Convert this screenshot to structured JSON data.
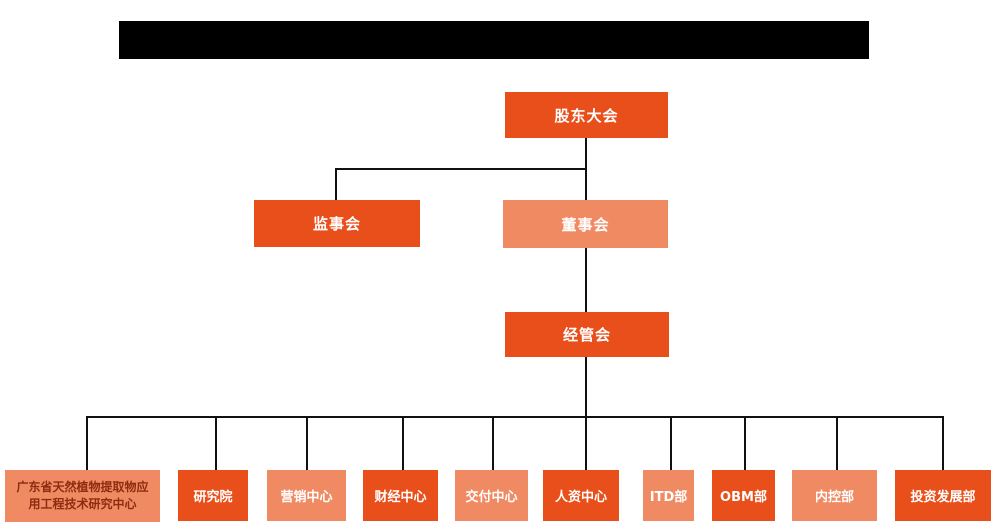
{
  "colors": {
    "primary_orange": "#E84F1B",
    "light_orange": "#F08A63",
    "connector_black": "#111111",
    "redaction_black": "#000000",
    "long_dept_text": "#8E2C10",
    "node_text": "#FFFFFF",
    "background": "#FFFFFF"
  },
  "org_chart": {
    "root": {
      "label": "股东大会"
    },
    "level2": [
      {
        "label": "监事会"
      },
      {
        "label": "董事会"
      }
    ],
    "level3": {
      "label": "经管会"
    },
    "departments": [
      {
        "label": "广东省天然植物提取物应用工程技术研究中心"
      },
      {
        "label": "研究院"
      },
      {
        "label": "营销中心"
      },
      {
        "label": "财经中心"
      },
      {
        "label": "交付中心"
      },
      {
        "label": "人资中心"
      },
      {
        "label": "ITD部"
      },
      {
        "label": "OBM部"
      },
      {
        "label": "内控部"
      },
      {
        "label": "投资发展部"
      }
    ]
  }
}
